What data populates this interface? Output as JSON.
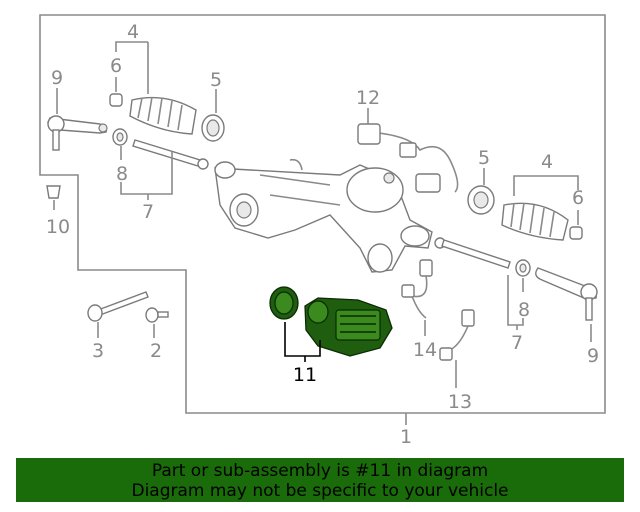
{
  "callouts": {
    "c1": "1",
    "c2": "2",
    "c3": "3",
    "c4a": "4",
    "c4b": "4",
    "c5a": "5",
    "c5b": "5",
    "c6a": "6",
    "c6b": "6",
    "c7a": "7",
    "c7b": "7",
    "c8a": "8",
    "c8b": "8",
    "c9a": "9",
    "c9b": "9",
    "c10": "10",
    "c11": "11",
    "c12": "12",
    "c13": "13",
    "c14": "14"
  },
  "highlight": {
    "part_number": "11",
    "color": "#1a6b0a"
  },
  "banner": {
    "line1": "Part or sub-assembly is #11 in diagram",
    "line2": "Diagram may not be specific to your vehicle"
  }
}
